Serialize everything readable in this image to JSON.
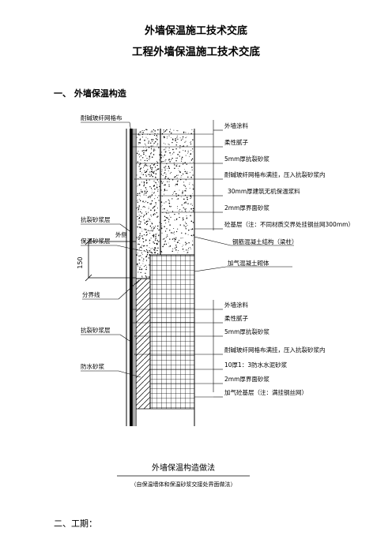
{
  "header": {
    "title": "外墙保温施工技术交底",
    "subtitle": "工程外墙保温施工技术交底"
  },
  "sections": {
    "one": "一、  外墙保温构造",
    "two": "二、工期："
  },
  "figure": {
    "left_labels": {
      "mesh": "耐碱玻纤网格布",
      "crack_mortar_1": "抗裂砂浆层",
      "insulation_mortar": "保温砂浆层",
      "exterior": "外侧",
      "dimension": "150",
      "boundary": "分界线",
      "crack_mortar_2": "抗裂砂浆层",
      "waterproof": "防水砂浆"
    },
    "upper_right": [
      "外墙涂料",
      "柔性腻子",
      "5mm厚抗裂砂浆",
      "耐碱玻纤网格布满挂，压入抗裂砂浆内",
      "30mm厚建筑无机保温浆料",
      "2mm厚界面砂浆",
      "砼基层（注：不同材质交界处挂钢丝网300mm）"
    ],
    "mid_right": [
      "钢筋混凝土结构（梁柱）",
      "加气混凝土砌体"
    ],
    "lower_right": [
      "外墙涂料",
      "柔性腻子",
      "5mm厚抗裂砂浆",
      "耐碱玻纤网格布满挂，压入抗裂砂浆内",
      "10厚1：3防水水泥砂浆",
      "2mm厚界面砂浆",
      "加气砼基层（注：满挂钢丝网）"
    ],
    "caption_title": "外墙保温构造做法",
    "caption_note": "（自保温墙体和保温砂浆交接处界面做法）"
  },
  "colors": {
    "ink": "#000000",
    "paper": "#ffffff"
  }
}
